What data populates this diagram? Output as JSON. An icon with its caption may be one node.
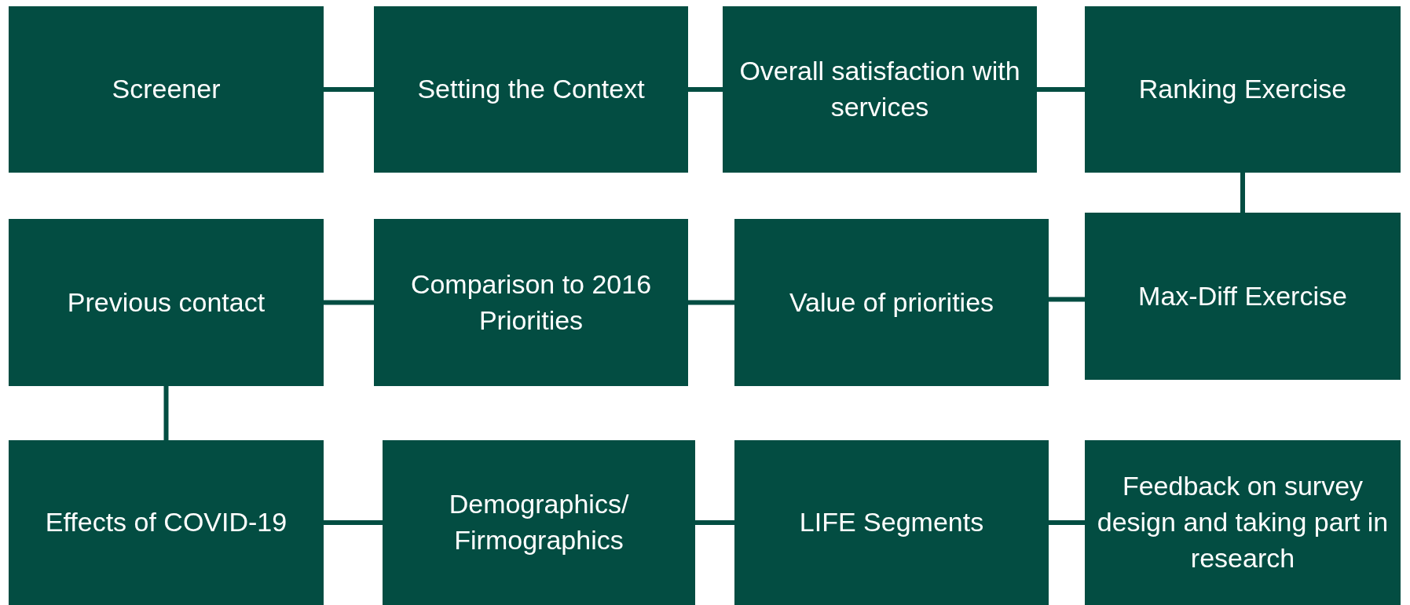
{
  "diagram": {
    "nodes": [
      {
        "text": [
          "Screener"
        ]
      },
      {
        "text": [
          "Setting the Context"
        ]
      },
      {
        "text": [
          "Overall satisfaction with services"
        ]
      },
      {
        "text": [
          "Ranking Exercise"
        ]
      },
      {
        "text": [
          "Previous contact"
        ]
      },
      {
        "text": [
          "Comparison to 2016 Priorities"
        ]
      },
      {
        "text": [
          "Value of priorities"
        ]
      },
      {
        "text": [
          "Max-Diff Exercise"
        ]
      },
      {
        "text": [
          "Effects of COVID-19"
        ]
      },
      {
        "text": [
          "Demographics/ Firmographics"
        ]
      },
      {
        "text": [
          "LIFE Segments"
        ]
      },
      {
        "text": [
          "Feedback on survey design and taking part in research"
        ]
      }
    ],
    "edges": [
      {
        "from": 0,
        "to": 1,
        "arrow": "none"
      },
      {
        "from": 1,
        "to": 2,
        "arrow": "none"
      },
      {
        "from": 2,
        "to": 3,
        "arrow": "none"
      },
      {
        "from": 3,
        "to": 7,
        "arrow": "none"
      },
      {
        "from": 7,
        "to": 6,
        "arrow": "none"
      },
      {
        "from": 6,
        "to": 5,
        "arrow": "none"
      },
      {
        "from": 5,
        "to": 4,
        "arrow": "none"
      },
      {
        "from": 4,
        "to": 8,
        "arrow": "none"
      },
      {
        "from": 8,
        "to": 9,
        "arrow": "none"
      },
      {
        "from": 9,
        "to": 10,
        "arrow": "none"
      },
      {
        "from": 10,
        "to": 11,
        "arrow": "none"
      }
    ]
  }
}
